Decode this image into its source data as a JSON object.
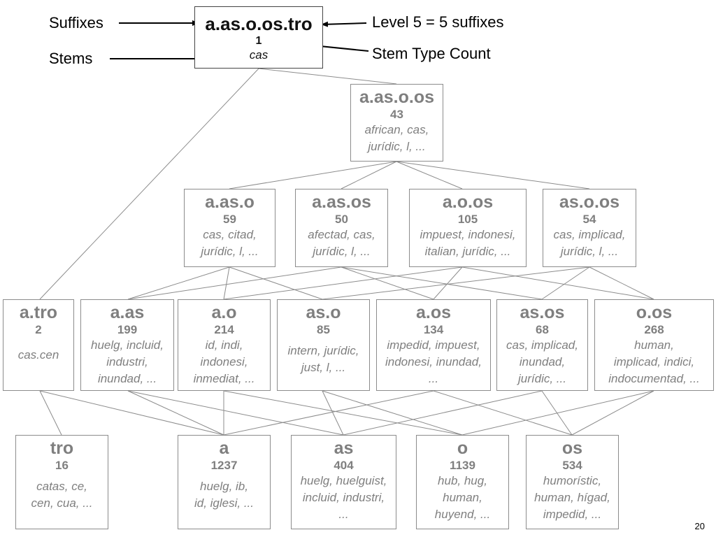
{
  "annotations": {
    "suffixes": "Suffixes",
    "stems": "Stems",
    "level": "Level 5 = 5 suffixes",
    "stem_type_count": "Stem Type Count"
  },
  "page_number": "20",
  "nodes": {
    "top": {
      "suffixes": "a.as.o.os.tro",
      "count": "1",
      "stems": "cas"
    },
    "l4": {
      "suffixes": "a.as.o.os",
      "count": "43",
      "stems": "african, cas,\njurídic, l, ..."
    },
    "l3_1": {
      "suffixes": "a.as.o",
      "count": "59",
      "stems": "cas, citad,\njurídic, l, ..."
    },
    "l3_2": {
      "suffixes": "a.as.os",
      "count": "50",
      "stems": "afectad, cas,\njurídic, l, ..."
    },
    "l3_3": {
      "suffixes": "a.o.os",
      "count": "105",
      "stems": "impuest, indonesi,\nitalian, jurídic, ..."
    },
    "l3_4": {
      "suffixes": "as.o.os",
      "count": "54",
      "stems": "cas, implicad,\njurídic, l, ..."
    },
    "l2_1": {
      "suffixes": "a.tro",
      "count": "2",
      "stems": "cas.cen"
    },
    "l2_2": {
      "suffixes": "a.as",
      "count": "199",
      "stems": "huelg, incluid,\nindustri,\ninundad, ..."
    },
    "l2_3": {
      "suffixes": "a.o",
      "count": "214",
      "stems": "id, indi,\nindonesi,\ninmediat, ..."
    },
    "l2_4": {
      "suffixes": "as.o",
      "count": "85",
      "stems": "intern, jurídic,\njust, l, ..."
    },
    "l2_5": {
      "suffixes": "a.os",
      "count": "134",
      "stems": "impedid, impuest,\nindonesi, inundad,\n..."
    },
    "l2_6": {
      "suffixes": "as.os",
      "count": "68",
      "stems": "cas, implicad,\ninundad,\njurídic, ..."
    },
    "l2_7": {
      "suffixes": "o.os",
      "count": "268",
      "stems": "human,\nimplicad, indici,\nindocumentad, ..."
    },
    "l1_1": {
      "suffixes": "tro",
      "count": "16",
      "stems": "catas, ce,\ncen, cua, ..."
    },
    "l1_2": {
      "suffixes": "a",
      "count": "1237",
      "stems": "huelg, ib,\nid, iglesi, ..."
    },
    "l1_3": {
      "suffixes": "as",
      "count": "404",
      "stems": "huelg, huelguist,\nincluid, industri,\n..."
    },
    "l1_4": {
      "suffixes": "o",
      "count": "1139",
      "stems": "hub, hug,\nhuman,\nhuyend, ..."
    },
    "l1_5": {
      "suffixes": "os",
      "count": "534",
      "stems": "humorístic,\nhuman, hígad,\nimpedid, ..."
    }
  }
}
